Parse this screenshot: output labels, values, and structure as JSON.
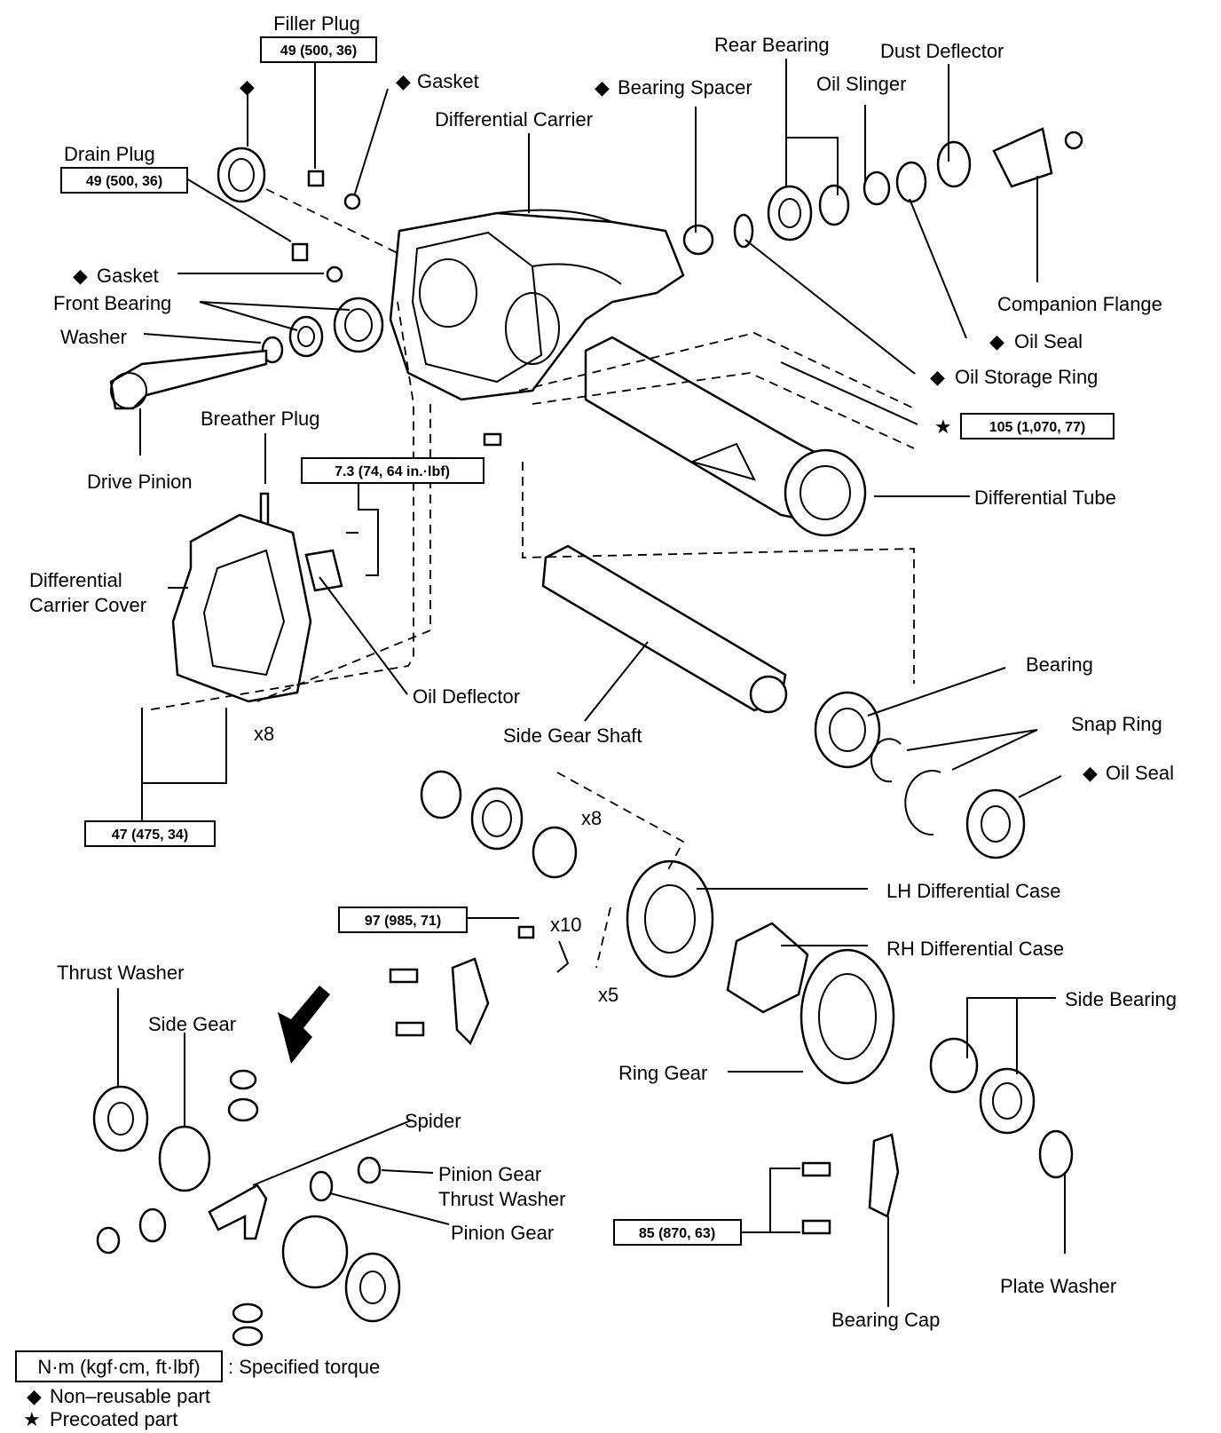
{
  "labels": {
    "filler_plug": "Filler Plug",
    "gasket_top": "Gasket",
    "bearing_spacer": "Bearing Spacer",
    "rear_bearing": "Rear Bearing",
    "dust_deflector": "Dust Deflector",
    "oil_slinger": "Oil Slinger",
    "differential_carrier": "Differential Carrier",
    "drain_plug": "Drain Plug",
    "gasket_left": "Gasket",
    "front_bearing": "Front Bearing",
    "washer": "Washer",
    "companion_flange": "Companion Flange",
    "oil_seal_top": "Oil Seal",
    "oil_storage_ring": "Oil Storage Ring",
    "breather_plug": "Breather Plug",
    "drive_pinion": "Drive Pinion",
    "differential_tube": "Differential Tube",
    "differential_carrier_cover_1": "Differential",
    "differential_carrier_cover_2": "Carrier Cover",
    "oil_deflector": "Oil Deflector",
    "side_gear_shaft": "Side Gear Shaft",
    "bearing": "Bearing",
    "snap_ring": "Snap Ring",
    "oil_seal_right": "Oil Seal",
    "lh_case": "LH Differential Case",
    "rh_case": "RH Differential Case",
    "thrust_washer": "Thrust Washer",
    "side_gear": "Side Gear",
    "spider": "Spider",
    "pinion_thrust_1": "Pinion Gear",
    "pinion_thrust_2": "Thrust Washer",
    "pinion_gear": "Pinion Gear",
    "ring_gear": "Ring Gear",
    "side_bearing": "Side Bearing",
    "plate_washer": "Plate Washer",
    "bearing_cap": "Bearing Cap"
  },
  "counts": {
    "x8_cover": "x8",
    "x8_case": "x8",
    "x10": "x10",
    "x5": "x5"
  },
  "torques": {
    "filler": "49 (500, 36)",
    "drain": "49 (500, 36)",
    "cover_bolt": "7.3 (74, 64 in.·lbf)",
    "tube_bolt": "105 (1,070, 77)",
    "cover_nut": "47 (475, 34)",
    "case_bolt": "97 (985, 71)",
    "cap_bolt": "85 (870, 63)"
  },
  "symbols": {
    "non_reusable": "◆",
    "precoated": "★"
  },
  "legend": {
    "torque_units": "N·m (kgf·cm, ft·lbf)",
    "torque_desc": ": Specified torque",
    "non_reusable": "Non–reusable part",
    "precoated": "Precoated part"
  }
}
